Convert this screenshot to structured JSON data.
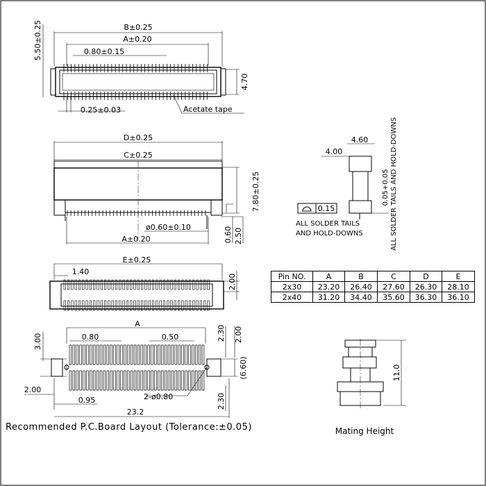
{
  "top_view": {
    "dim_b": "B±0.25",
    "dim_a": "A±0.20",
    "dim_pitch": "0.80±0.15",
    "dim_height_left": "5.50±0.25",
    "dim_depth_right": "4.70",
    "dim_lead": "0.25±0.03",
    "tape_label": "Acetate tape"
  },
  "front_view": {
    "dim_d": "D±0.25",
    "dim_c": "C±0.25",
    "dim_height": "7.80±0.25",
    "dim_post": "ø0.60±0.10",
    "dim_a": "A±0.20",
    "dim_060": "0.60",
    "dim_250": "2.50"
  },
  "side_view": {
    "dim_460": "4.60",
    "dim_400": "4.00",
    "dim_coplanar": "0.05+0.05",
    "flatness_value": "0.15",
    "solder_note_right": "ALL SOLDER TAILS AND HOLD-DOWNS",
    "solder_note_bottom_1": "ALL SOLDER TAILS",
    "solder_note_bottom_2": "AND HOLD-DOWNS"
  },
  "bottom_view": {
    "dim_e": "E±0.25",
    "dim_140": "1.40",
    "dim_200": "2.00"
  },
  "pin_table": {
    "headers": [
      "Pin  NO.",
      "A",
      "B",
      "C",
      "D",
      "E"
    ],
    "rows": [
      [
        "2x30",
        "23.20",
        "26.40",
        "27.60",
        "26.30",
        "28.10"
      ],
      [
        "2x40",
        "31.20",
        "34.40",
        "35.60",
        "36.30",
        "36.10"
      ]
    ]
  },
  "pcb_layout": {
    "dim_a": "A",
    "dim_080": "0.80",
    "dim_050": "0.50",
    "dim_300": "3.00",
    "dim_230_top": "2.30",
    "dim_200_top": "2.00",
    "dim_660": "(6.60)",
    "dim_200_left": "2.00",
    "dim_095": "0.95",
    "dim_232": "23.2",
    "dim_hole": "2-ø0.80",
    "dim_230_bottom": "2.30",
    "caption": "Recommended  P.C.Board  Layout  (Tolerance:±0.05)"
  },
  "mating": {
    "dim_110": "11.0",
    "caption": "Mating Height"
  }
}
